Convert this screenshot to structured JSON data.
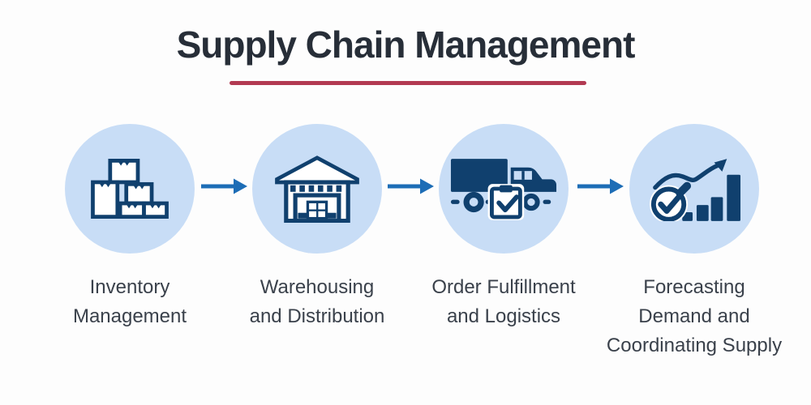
{
  "title": "Supply Chain Management",
  "colors": {
    "title_text": "#272e38",
    "underline_accent": "#b23a52",
    "circle_fill": "#c8ddf6",
    "icon_navy": "#10406e",
    "arrow_blue": "#1d6db6",
    "label_text": "#3a414b",
    "background": "#fdfdfd"
  },
  "steps": [
    {
      "icon": "inventory-boxes-icon",
      "label": "Inventory\nManagement"
    },
    {
      "icon": "warehouse-icon",
      "label": "Warehousing\nand Distribution"
    },
    {
      "icon": "delivery-truck-icon",
      "label": "Order Fulfillment\nand Logistics"
    },
    {
      "icon": "forecast-chart-icon",
      "label": "Forecasting\nDemand and\nCoordinating Supply"
    }
  ]
}
